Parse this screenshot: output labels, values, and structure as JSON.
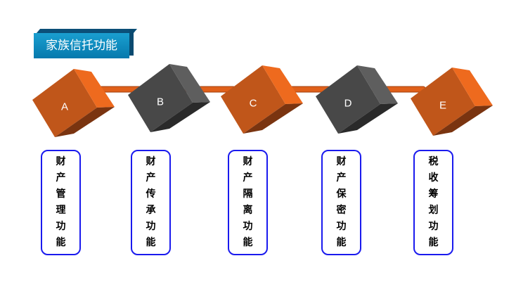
{
  "title": "家族信托功能",
  "colors": {
    "orange": "#c0561a",
    "gray": "#4a4a4a",
    "rod": "#e0601a",
    "border": "#1a1aee"
  },
  "nodes": [
    {
      "label": "A",
      "color": "orange",
      "text": "财产管理功能"
    },
    {
      "label": "B",
      "color": "gray",
      "text": "财产传承功能"
    },
    {
      "label": "C",
      "color": "orange",
      "text": "财产隔离功能"
    },
    {
      "label": "D",
      "color": "gray",
      "text": "财产保密功能"
    },
    {
      "label": "E",
      "color": "orange",
      "text": "税收筹划功能"
    }
  ]
}
